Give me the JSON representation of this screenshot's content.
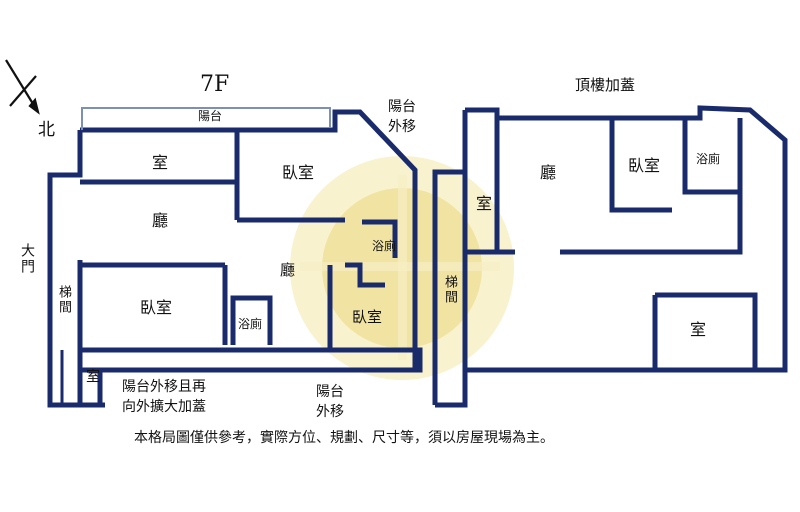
{
  "floors": {
    "left_title": "7F",
    "right_title": "頂樓加蓋"
  },
  "compass": {
    "north_label": "北"
  },
  "rooms_7f": {
    "balcony_top": "陽台",
    "balcony_move_top": "陽台\n外移",
    "room_top": "室",
    "bedroom_top": "臥室",
    "living": "廳",
    "hall_center": "廳",
    "main_door": "大門",
    "stairs": "梯間",
    "bedroom_left": "臥室",
    "bath_left": "浴廁",
    "bath_center": "浴廁",
    "bedroom_right": "臥室",
    "small_room": "室",
    "balcony_note": "陽台外移且再\n向外擴大加蓋",
    "balcony_move_bottom": "陽台\n外移"
  },
  "rooms_roof": {
    "room_left": "室",
    "living": "廳",
    "bedroom": "臥室",
    "bath": "浴廁",
    "stairs": "梯間",
    "room_bottom": "室"
  },
  "disclaimer": "本格局圖僅供參考，實際方位、規劃、尺寸等，須以房屋現場為主。",
  "colors": {
    "wall": "#1a2b6b",
    "watermark_ring": "#e8d26a",
    "watermark_mid": "#d9bc3c",
    "watermark_bar": "#f0d98a"
  }
}
